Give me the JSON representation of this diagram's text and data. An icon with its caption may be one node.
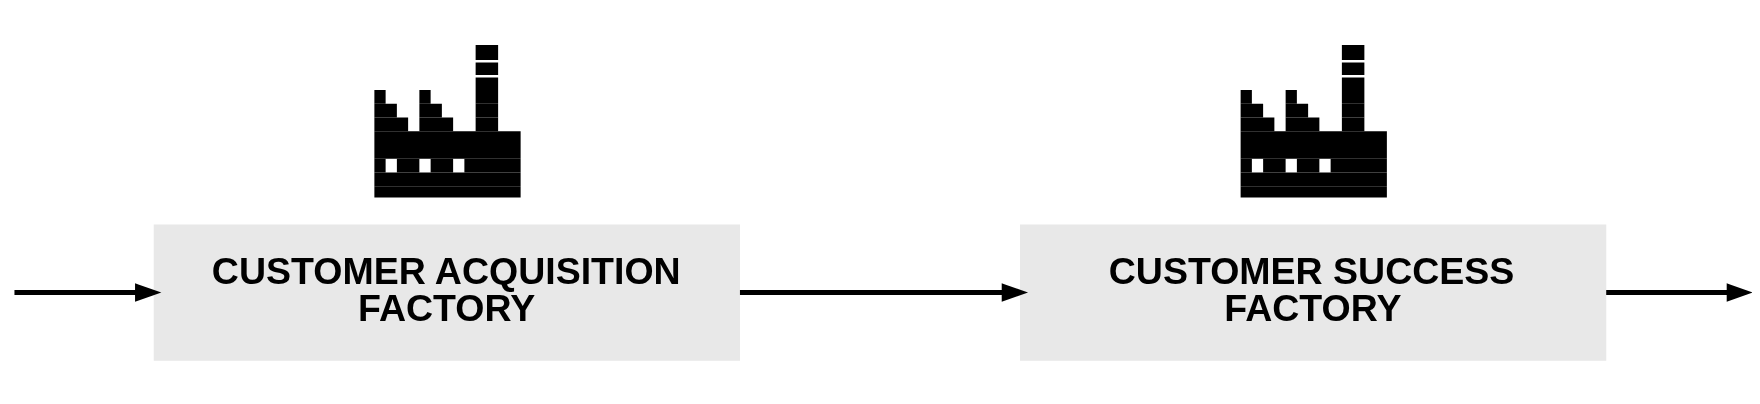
{
  "diagram": {
    "nodes": [
      {
        "text": [],
        "shape": "picture"
      },
      {
        "text": [
          "CUSTOMER ACQUISITION FACTORY"
        ]
      },
      {
        "text": [],
        "shape": "picture"
      },
      {
        "text": [
          "CUSTOMER SUCCESS FACTORY"
        ]
      }
    ],
    "edges": [
      {
        "from": null,
        "to": 1,
        "arrow": "to"
      },
      {
        "from": 1,
        "to": 3,
        "arrow": "to"
      },
      {
        "from": 3,
        "to": null,
        "arrow": "to"
      }
    ]
  }
}
